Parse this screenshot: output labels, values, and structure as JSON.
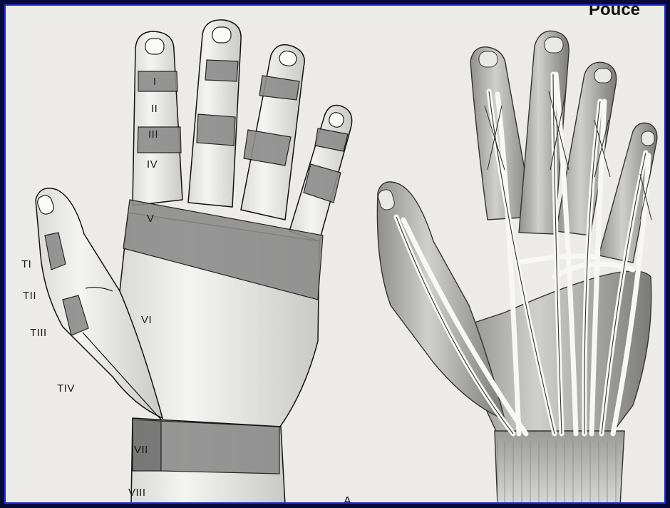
{
  "figure": {
    "zones_finger": [
      "I",
      "II",
      "III",
      "IV",
      "V",
      "VI",
      "VII",
      "VIII"
    ],
    "zones_thumb": [
      "TI",
      "TII",
      "TIII",
      "TIV"
    ],
    "panel_label": "A",
    "cropped_heading": "Pouce"
  },
  "colors": {
    "zone_band": "#8c8c8c",
    "paper": "#ecebe7",
    "frame_border": "#1b2fd0"
  }
}
